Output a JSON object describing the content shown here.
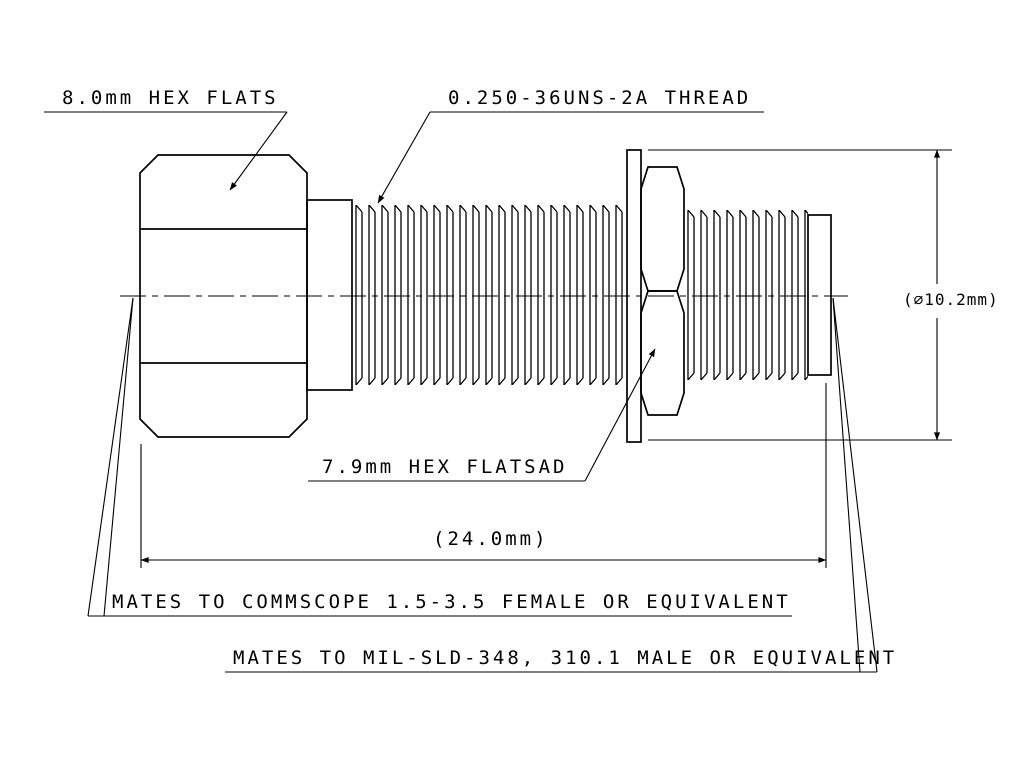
{
  "drawing": {
    "callouts": {
      "hex_flats_8": "8.0mm HEX FLATS",
      "thread_spec": "0.250-36UNS-2A THREAD",
      "hex_flats_79": "7.9mm HEX FLATSAD"
    },
    "dimensions": {
      "diameter": "(∅10.2mm)",
      "length": "(24.0mm)"
    },
    "notes": {
      "female_mate": "MATES TO COMMSCOPE 1.5-3.5 FEMALE OR EQUIVALENT",
      "male_mate": "MATES TO MIL-SLD-348, 310.1 MALE OR EQUIVALENT"
    },
    "colors": {
      "line": "#000000",
      "background": "#ffffff"
    }
  }
}
